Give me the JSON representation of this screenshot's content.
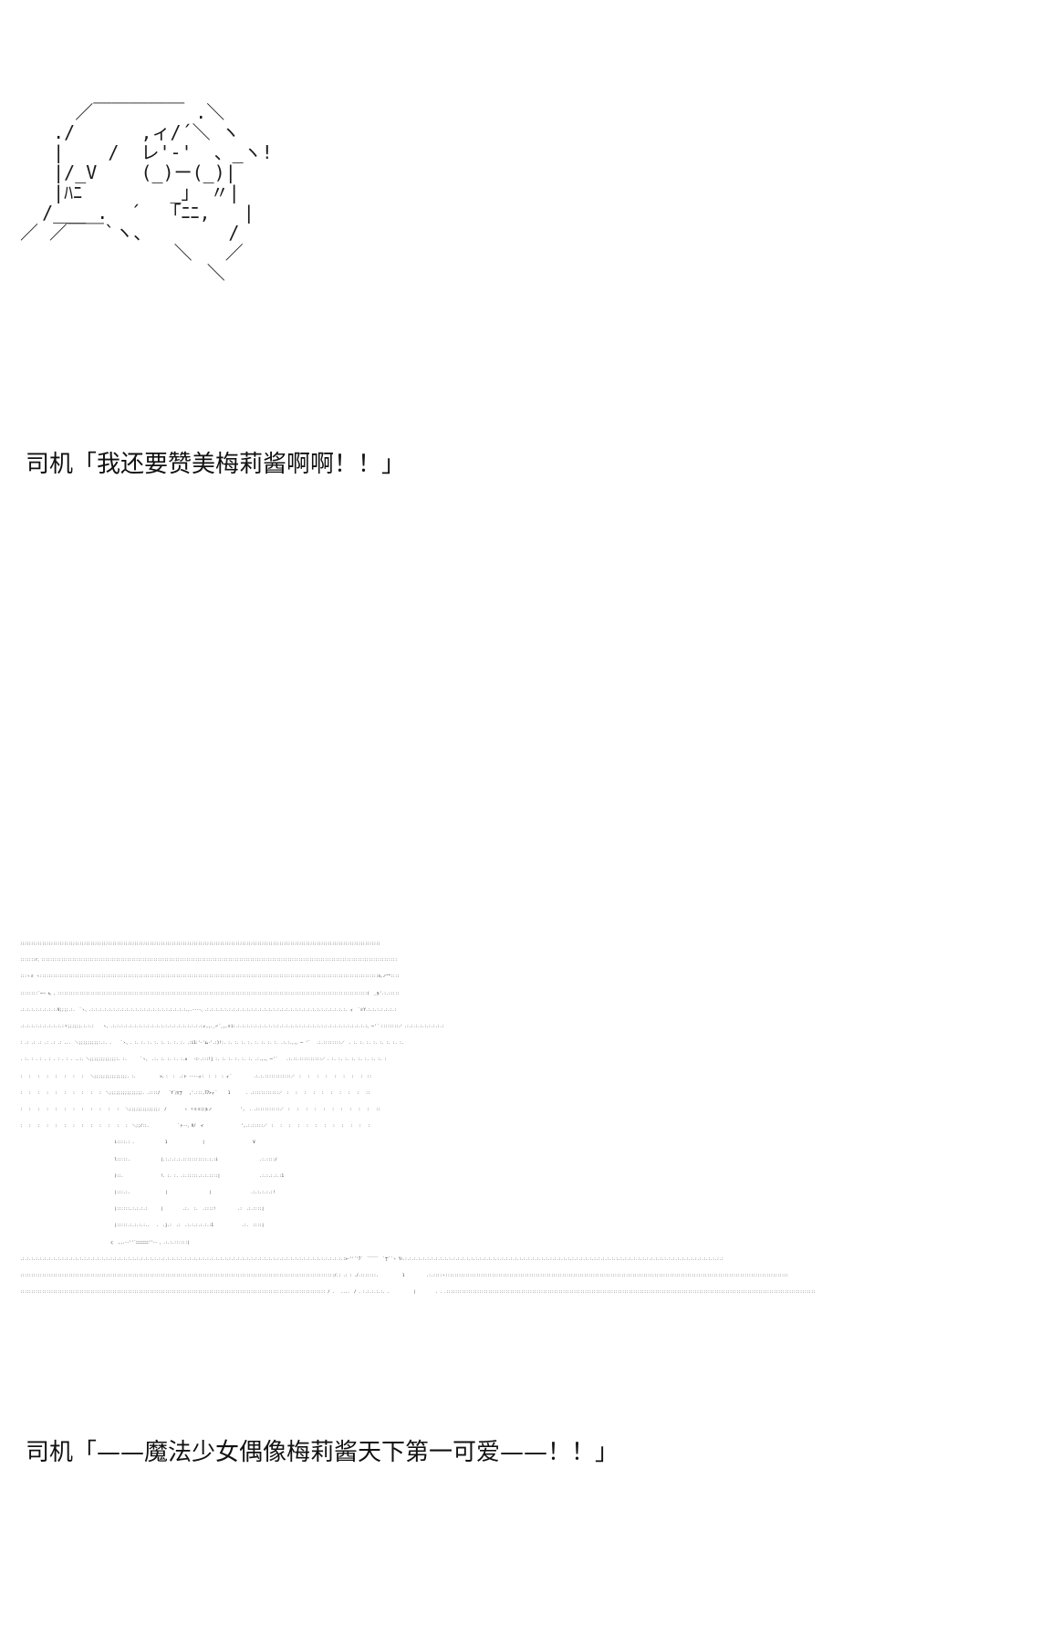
{
  "panels": [
    {
      "ascii_art": "     ／￣￣￣￣￣ .＼\n   ./      ,ィ/´＼ ヽ\n   |    /  レ'-'  、_ヽ!\n   |/_V    (_)ー(_)|\n   |ﾊﾆ        _」 〃|\n  /___ .  ´  「ﾆﾆ,   |\n／ ／￣￣`ヽ、       /\n              ＼   ／\n                 ＼",
      "caption": "司机「我还要赞美梅莉酱啊啊！！」"
    },
    {
      "ascii_art": ";;;;;;;;;;;;;;;;;;;;;;;;;;;;;;;;;;;;;;;;;;;;;;;;;;;;;;;;;;;;;;;;;;;;;;;;;;;;;;;;;;;;;;;;;;;;;;;;;;;;;;;;;;;;;;;;;;;;;;;;;;;;;;;;;;;;;;;;;;;;;;;;;;;;;;;;;;;;;;;;;;;;\n:::::::r、::::::::::::::::::::::::::::::::::::::::::::::::::::::::::::::::::::::::::::::::::::::::::::::::::::::::::::::::::::::::::::::::::::::::::::::::::::::::::::::::::\n:::ヽミ ヽ::::::::::::::::::::::::::::::::::::::::::::::::::::::::::::::::::::::::::::::::::::::::::::::::::::::::::::::::::::::::::::::::::::::::::::::::::::::::::n,ノ^^::::\n::::::::`ー― ∧、、:::::::::::::::::::::::::::::::::::::::::::::::::::::::::::::::::::::::::::::::::::::::::::::::::::::::::::::::::::::::::::::::::::::::::::::(  _彡'.:.:::::\n.:.:.:.:.:.:.:.:.V;;;;.:.  `ヽ、.:.:.:.:.:.:.:.:.:.:.:.:.:.:.:.:.:.:.:.:.:.:.,.-‐‐-、.:.:.:.:.:.:.:.:.:.:.:.:.:.:.:.:.:.:.:.:.:.:.:.:.:.:.:.:.:.:.:.:. ィ  `ミY.:.:.:.:.:.:.:\n.:.:.:.:.:.:.:.:.:.:ヾ;;;;;;.:.:.:    ヽ、.:.:.:.:.:.:.:.:.:.:.:.:.:.:.:.:.:.:.:.:.:ィ,,._〃´_,,ミi:.:.:.:.:.:.:.:.:.:.:.:.:.:.:.:.:.:.:.:.:.:.:.:.:.:.:.:.:.:.:、ー'´ ::::::::／ .:.:.:.:.:.:.:.:.:\n: .: .: .: .: .: .: ...  ＼;;;;;;;;;:.:. .    `ヽ、. :. :. :. :. :. :. :. :. .:i1:'-'ム-'.:}!:. :. :. :. :. :. :. :. :. .:.:.,,、ー '´   .:.::::::::／  . :. :. :. :. :. :. :. :.\n. :. : . : . : . : . : . ..:. ＼;;;;;;;;;;;;:. :.      `ヽ、 .:. :. :. :. :.u   -ﾆ-.:::!j :. :. :. :. :. :. .:.,,、ー'´    .:.::.::::::::::／ . :. :. :. :. :. :. :. :. :\n:   :   :   :   :   :   :   :   ＼;;;;;;;;;;;;;;;. :.           >、:  :  .:ト ‐‐‐‐ィ:  :  :  : ィ´          .:.:.::::::::::::／  :   :   :   :   :   :   :   :  ::\n:   :   :   :   :   :   :   :   :   :  ＼;;;;;;;;;;;;;;;. .::::/    `Y´爪丁   ,'.:::,77>ィ´     1       . .::::::::::::／  :   :   :   :   :   :   :   :   :   ::\n:   :   :   :   :   :   :   :   :   :   :   :   ＼;;;;;;;;;;;;;;  /        ヽ ヾミミﾆﾆ彡ノ             ',  . .:::::::::::／  :   :   :   :   :   :   :   :   :   :   ::\n:   :   :   :   :   :   :   :   :   :   :   :   :  ＼;;/::.             `ト‐‐、V/  イ                 ',.:.:::::／  :   :   :   :   :   :   :   :   :   :   :   :\n                                           i::::.: .              1                |                      V\n                                           l:::::.              |.:.:.:.:.:::::::::::.:.:i                   .:.::::/\n                                           }::.                 !. :. :. .:.:::::.:.:.::::|                  .:.:.:.:.:1\n                                           |:::.:.                |                   |                  .:.:.:.:.:!\n                                           |::::::.:.:.:.:      |         .:.  :.  .::::!          .:  .:.::::|\n                                           |:::::.:.:.:.:..   .  .j.:  .:  .:.:.:.:.:.:1             .:.  ::::|\n                                         く  ,,.-‐''´ﾆﾆﾆﾆﾆﾆﾆ''‐‐ 、.:.:.::::::|\n.:.:.:.:.:.:.:.:.:.:.:.:.:.:.:.:.:.:.:.:.:.:.:.:.:.:.:.:.:.:.:.:.:.:.:.:.:.:.:.:.:.:.:.:.:.:.:.:.:.:.:.:.:.:.:.:.:.:.:.:.:.:.:.:.:.:.:.:.:.:.:.:.:.:>‐''´'7´  ￣￣￣  `丁``ヽ Yﾉ.:.:.:.:.:.:.:.:.:.:.:.:.:.:.:.:.:.:.:.:.:.:.:.:.:.:.:.:.:.:.:.:.:.:.:.:.:.:.:.:.:.:.:.:.:.:.:.:.:.:.:.:.:.:.:.:.:.:.:.:.:.:.:.:.:.:.:.:.:.:.:.:.:\n:::::::::::::::::::::::::::::::::::::::::::::::::::::::::::::::::::::::::::::::::::::::::::::::::::::::::::::::::::::::::::::::::::::::::::::::/.: .: : ./.:::::::.           1          .:.::::ヽ::::::::::::::::::::::::::::::::::::::::::::::::::::::::::::::::::::::::::::::::::::::::::::::::::::::::::::::::::::::::::::::::::::::::::::::::::::::::::::\n::::::::::::::::::::::::::::::::::::::::::::::::::::::::::::::::::::::::::::::::::::::::::::::::::::::::::::::::::::::::::::::::::::::::::: / .   ....  / . :.:.:.:.:. .           |         . . .::::::::::::::::::::::::::::::::::::::::::::::::::::::::::::::::::::::::::::::::::::::::::::::::::::::::::::::::::::::::::::::::::::::::::::::::::::::::::::::::::::::::",
      "caption": "司机「——魔法少女偶像梅莉酱天下第一可爱——！！」"
    }
  ]
}
